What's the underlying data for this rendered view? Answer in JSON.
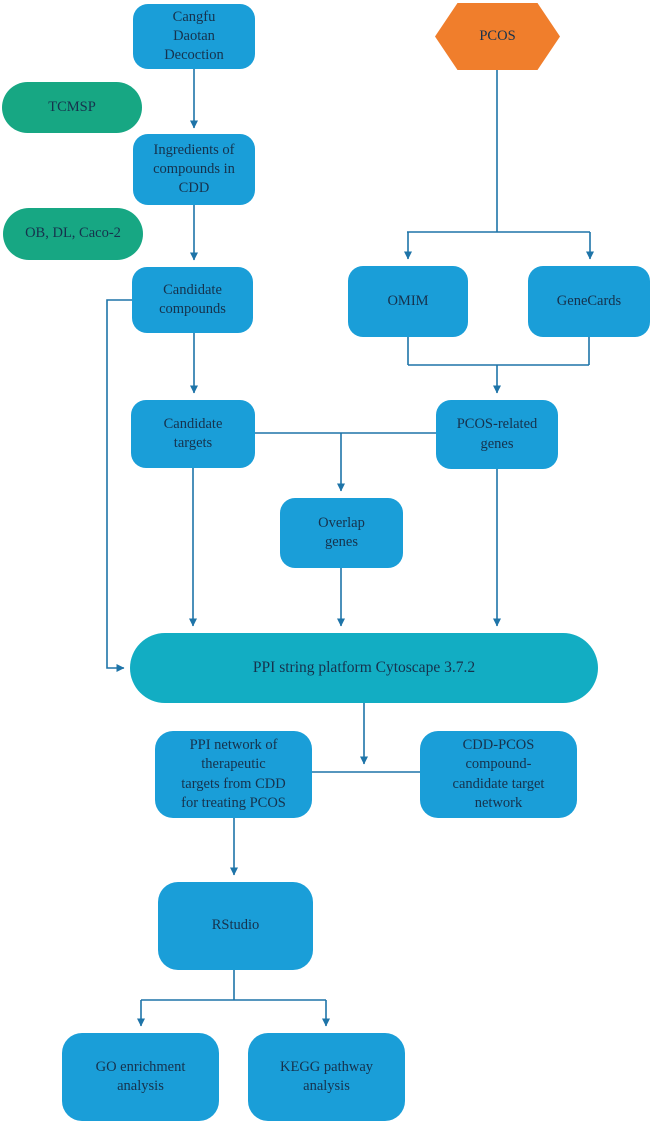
{
  "figure": {
    "type": "flowchart"
  },
  "colors": {
    "process_blue": "#1A9ED8",
    "database_green": "#17A783",
    "disease_orange": "#F07E2C",
    "platform_teal": "#12ADC3",
    "connector_blue": "#1E74A8",
    "text_navy": "#16324D",
    "background": "#FFFFFF"
  },
  "nodes": {
    "cangfu": {
      "label": "Cangfu\nDaotan\nDecoction",
      "shape": "rounded-rect",
      "color": "#1A9ED8"
    },
    "pcos": {
      "label": "PCOS",
      "shape": "hexagon",
      "color": "#F07E2C"
    },
    "tcmsp": {
      "label": "TCMSP",
      "shape": "pill",
      "color": "#17A783"
    },
    "ingredients": {
      "label": "Ingredients of\ncompounds in\nCDD",
      "shape": "rounded-rect",
      "color": "#1A9ED8"
    },
    "obdl": {
      "label": "OB, DL, Caco-2",
      "shape": "pill",
      "color": "#17A783"
    },
    "candidate_compounds": {
      "label": "Candidate\ncompounds",
      "shape": "rounded-rect",
      "color": "#1A9ED8"
    },
    "omim": {
      "label": "OMIM",
      "shape": "rounded-rect",
      "color": "#1A9ED8"
    },
    "genecards": {
      "label": "GeneCards",
      "shape": "rounded-rect",
      "color": "#1A9ED8"
    },
    "candidate_targets": {
      "label": "Candidate\ntargets",
      "shape": "rounded-rect",
      "color": "#1A9ED8"
    },
    "pcos_genes": {
      "label": "PCOS-related\ngenes",
      "shape": "rounded-rect",
      "color": "#1A9ED8"
    },
    "overlap": {
      "label": "Overlap\ngenes",
      "shape": "rounded-rect",
      "color": "#1A9ED8"
    },
    "ppi_bar": {
      "label": "PPI string platform Cytoscape 3.7.2",
      "shape": "wide-pill",
      "color": "#12ADC3"
    },
    "ppi_network": {
      "label": "PPI network of\ntherapeutic\ntargets from CDD\nfor treating PCOS",
      "shape": "rounded-rect",
      "color": "#1A9ED8"
    },
    "cdd_network": {
      "label": "CDD-PCOS\ncompound-\ncandidate target\nnetwork",
      "shape": "rounded-rect",
      "color": "#1A9ED8"
    },
    "rstudio": {
      "label": "RStudio",
      "shape": "rounded-rect",
      "color": "#1A9ED8"
    },
    "go": {
      "label": "GO enrichment\nanalysis",
      "shape": "rounded-rect",
      "color": "#1A9ED8"
    },
    "kegg": {
      "label": "KEGG pathway\nanalysis",
      "shape": "rounded-rect",
      "color": "#1A9ED8"
    }
  },
  "edges": [
    {
      "from": "cangfu",
      "to": "ingredients"
    },
    {
      "from": "ingredients",
      "to": "candidate_compounds"
    },
    {
      "from": "candidate_compounds",
      "to": "candidate_targets"
    },
    {
      "from": "candidate_compounds",
      "to": "ppi_bar"
    },
    {
      "from": "pcos",
      "to": "omim"
    },
    {
      "from": "pcos",
      "to": "genecards"
    },
    {
      "from": "omim",
      "to": "pcos_genes"
    },
    {
      "from": "genecards",
      "to": "pcos_genes"
    },
    {
      "from": "candidate_targets",
      "to": "pcos_genes"
    },
    {
      "from": "candidate_targets",
      "to": "overlap"
    },
    {
      "from": "pcos_genes",
      "to": "overlap"
    },
    {
      "from": "candidate_targets",
      "to": "ppi_bar"
    },
    {
      "from": "overlap",
      "to": "ppi_bar"
    },
    {
      "from": "pcos_genes",
      "to": "ppi_bar"
    },
    {
      "from": "ppi_bar",
      "to": "ppi_network"
    },
    {
      "from": "ppi_bar",
      "to": "cdd_network"
    },
    {
      "from": "ppi_network",
      "to": "rstudio"
    },
    {
      "from": "rstudio",
      "to": "go"
    },
    {
      "from": "rstudio",
      "to": "kegg"
    }
  ]
}
